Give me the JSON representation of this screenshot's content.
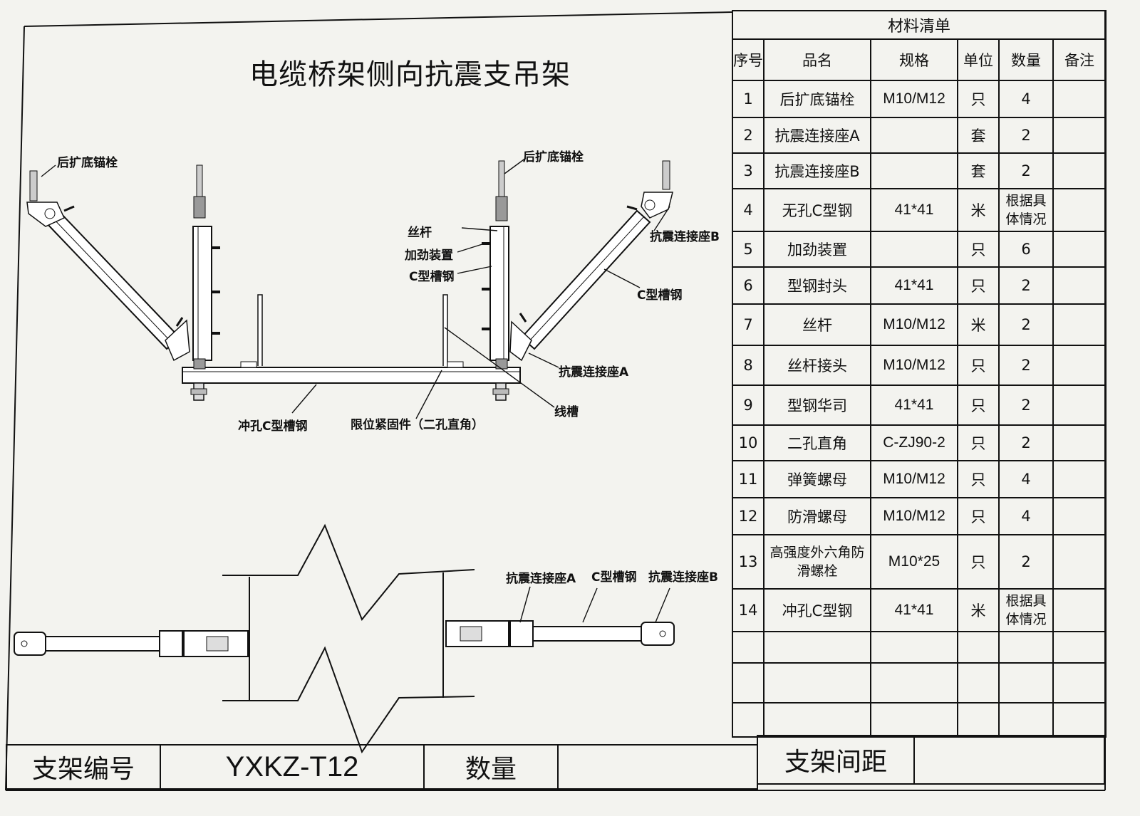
{
  "drawing": {
    "title": "电缆桥架侧向抗震支吊架",
    "labels": {
      "anchor_left": "后扩底锚栓",
      "anchor_right": "后扩底锚栓",
      "rod": "丝杆",
      "stiffener": "加劲装置",
      "c_channel_top": "C型槽钢",
      "c_channel_right": "C型槽钢",
      "seat_b_top": "抗震连接座B",
      "seat_a_top": "抗震连接座A",
      "trough": "线槽",
      "punched_channel": "冲孔C型槽钢",
      "limit_fastener": "限位紧固件（二孔直角）",
      "seat_a_bottom": "抗震连接座A",
      "c_channel_bottom": "C型槽钢",
      "seat_b_bottom": "抗震连接座B"
    }
  },
  "bom": {
    "caption": "材料清单",
    "headers": [
      "序号",
      "品名",
      "规格",
      "单位",
      "数量",
      "备注"
    ],
    "rows": [
      [
        "1",
        "后扩底锚栓",
        "M10/M12",
        "只",
        "4",
        ""
      ],
      [
        "2",
        "抗震连接座A",
        "",
        "套",
        "2",
        ""
      ],
      [
        "3",
        "抗震连接座B",
        "",
        "套",
        "2",
        ""
      ],
      [
        "4",
        "无孔C型钢",
        "41*41",
        "米",
        "根据具体情况",
        ""
      ],
      [
        "5",
        "加劲装置",
        "",
        "只",
        "6",
        ""
      ],
      [
        "6",
        "型钢封头",
        "41*41",
        "只",
        "2",
        ""
      ],
      [
        "7",
        "丝杆",
        "M10/M12",
        "米",
        "2",
        ""
      ],
      [
        "8",
        "丝杆接头",
        "M10/M12",
        "只",
        "2",
        ""
      ],
      [
        "9",
        "型钢华司",
        "41*41",
        "只",
        "2",
        ""
      ],
      [
        "10",
        "二孔直角",
        "C-ZJ90-2",
        "只",
        "2",
        ""
      ],
      [
        "11",
        "弹簧螺母",
        "M10/M12",
        "只",
        "4",
        ""
      ],
      [
        "12",
        "防滑螺母",
        "M10/M12",
        "只",
        "4",
        ""
      ],
      [
        "13",
        "高强度外六角防滑螺栓",
        "M10*25",
        "只",
        "2",
        ""
      ],
      [
        "14",
        "冲孔C型钢",
        "41*41",
        "米",
        "根据具体情况",
        ""
      ],
      [
        "",
        "",
        "",
        "",
        "",
        ""
      ],
      [
        "",
        "",
        "",
        "",
        "",
        ""
      ],
      [
        "",
        "",
        "",
        "",
        "",
        ""
      ]
    ]
  },
  "footer": {
    "bracket_no_label": "支架编号",
    "bracket_no_value": "YXKZ-T12",
    "quantity_label": "数量",
    "quantity_value": "",
    "spacing_label": "支架间距",
    "spacing_value": ""
  }
}
